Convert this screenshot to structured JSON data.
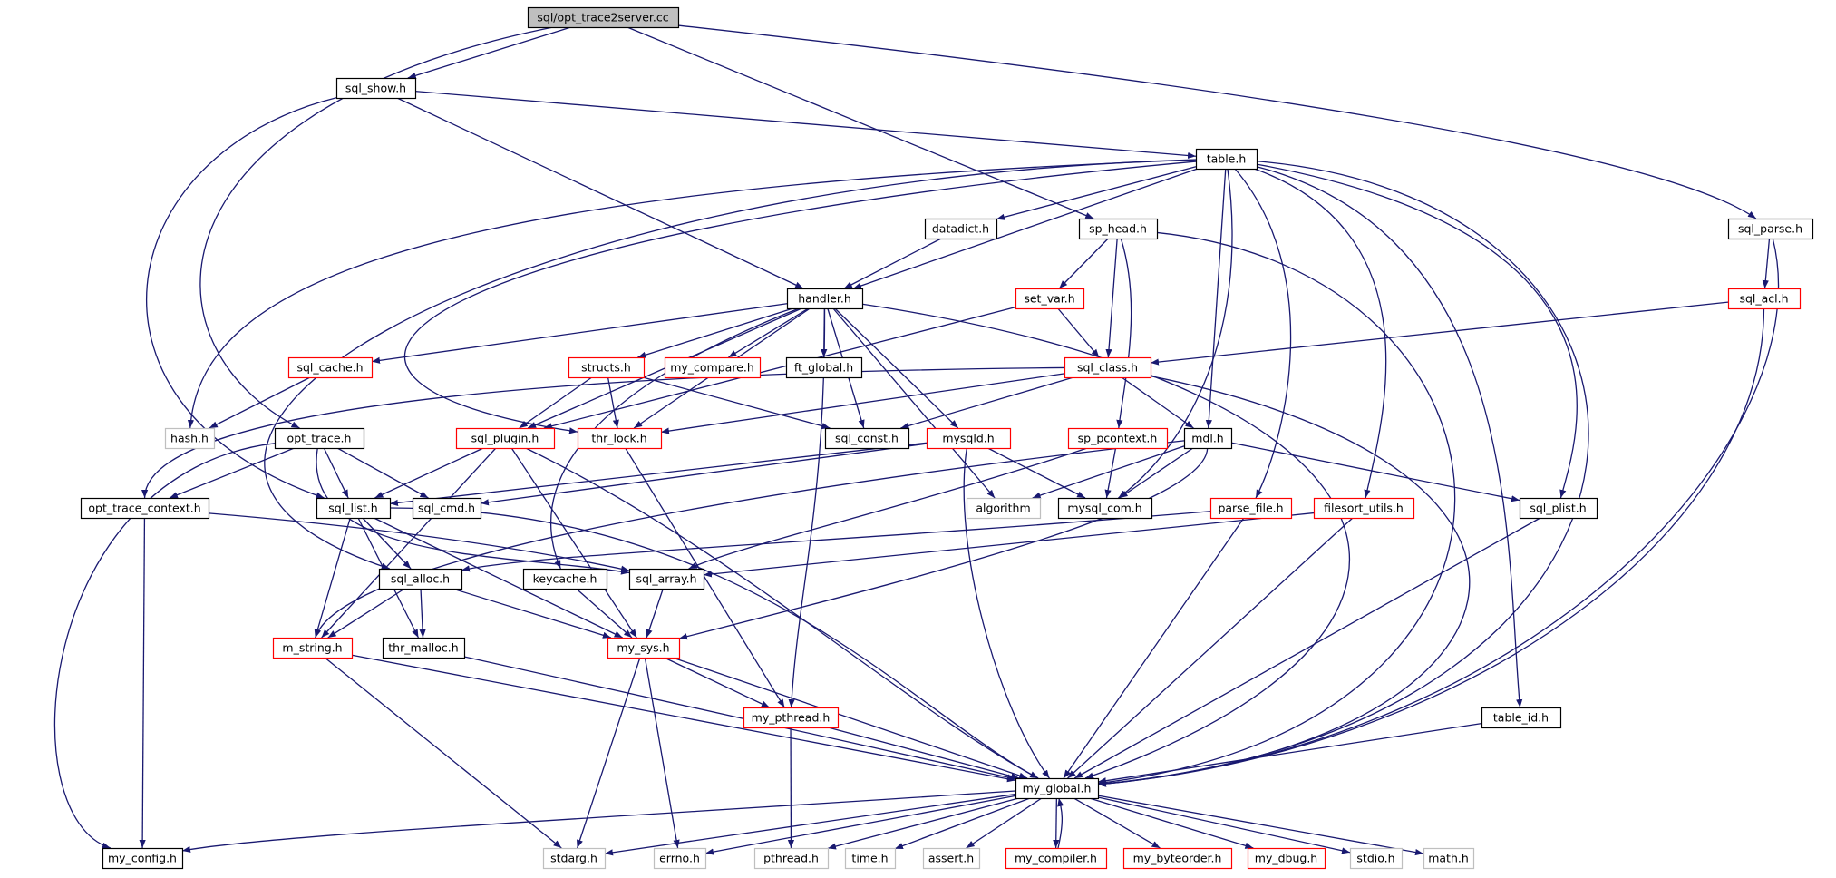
{
  "graph": {
    "colors": {
      "edge": "#191970",
      "box_normal": "#000000",
      "box_truncated": "#ff0000",
      "box_external": "#bfbfbf",
      "box_root_fill": "#bfbfbf",
      "text": "#000000"
    },
    "nodes": [
      {
        "id": "opt_trace2server",
        "label": "sql/opt_trace2server.cc",
        "kind": "root"
      },
      {
        "id": "sql_show",
        "label": "sql_show.h",
        "kind": "normal"
      },
      {
        "id": "table",
        "label": "table.h",
        "kind": "normal"
      },
      {
        "id": "datadict",
        "label": "datadict.h",
        "kind": "normal"
      },
      {
        "id": "sp_head",
        "label": "sp_head.h",
        "kind": "normal"
      },
      {
        "id": "sql_parse",
        "label": "sql_parse.h",
        "kind": "normal"
      },
      {
        "id": "handler",
        "label": "handler.h",
        "kind": "normal"
      },
      {
        "id": "set_var",
        "label": "set_var.h",
        "kind": "truncated"
      },
      {
        "id": "sql_acl",
        "label": "sql_acl.h",
        "kind": "truncated"
      },
      {
        "id": "sql_cache",
        "label": "sql_cache.h",
        "kind": "truncated"
      },
      {
        "id": "structs",
        "label": "structs.h",
        "kind": "truncated"
      },
      {
        "id": "my_compare",
        "label": "my_compare.h",
        "kind": "truncated"
      },
      {
        "id": "ft_global",
        "label": "ft_global.h",
        "kind": "normal"
      },
      {
        "id": "sql_class",
        "label": "sql_class.h",
        "kind": "truncated"
      },
      {
        "id": "hash",
        "label": "hash.h",
        "kind": "external"
      },
      {
        "id": "opt_trace",
        "label": "opt_trace.h",
        "kind": "normal"
      },
      {
        "id": "sql_plugin",
        "label": "sql_plugin.h",
        "kind": "truncated"
      },
      {
        "id": "thr_lock",
        "label": "thr_lock.h",
        "kind": "truncated"
      },
      {
        "id": "sql_const",
        "label": "sql_const.h",
        "kind": "normal"
      },
      {
        "id": "mysqld",
        "label": "mysqld.h",
        "kind": "truncated"
      },
      {
        "id": "sp_pcontext",
        "label": "sp_pcontext.h",
        "kind": "truncated"
      },
      {
        "id": "mdl",
        "label": "mdl.h",
        "kind": "normal"
      },
      {
        "id": "opt_trace_context",
        "label": "opt_trace_context.h",
        "kind": "normal"
      },
      {
        "id": "sql_list",
        "label": "sql_list.h",
        "kind": "normal"
      },
      {
        "id": "sql_cmd",
        "label": "sql_cmd.h",
        "kind": "normal"
      },
      {
        "id": "algorithm",
        "label": "algorithm",
        "kind": "external"
      },
      {
        "id": "mysql_com",
        "label": "mysql_com.h",
        "kind": "normal"
      },
      {
        "id": "parse_file",
        "label": "parse_file.h",
        "kind": "truncated"
      },
      {
        "id": "filesort_utils",
        "label": "filesort_utils.h",
        "kind": "truncated"
      },
      {
        "id": "sql_plist",
        "label": "sql_plist.h",
        "kind": "normal"
      },
      {
        "id": "sql_alloc",
        "label": "sql_alloc.h",
        "kind": "normal"
      },
      {
        "id": "keycache",
        "label": "keycache.h",
        "kind": "normal"
      },
      {
        "id": "sql_array",
        "label": "sql_array.h",
        "kind": "normal"
      },
      {
        "id": "m_string",
        "label": "m_string.h",
        "kind": "truncated"
      },
      {
        "id": "thr_malloc",
        "label": "thr_malloc.h",
        "kind": "normal"
      },
      {
        "id": "my_sys",
        "label": "my_sys.h",
        "kind": "truncated"
      },
      {
        "id": "my_pthread",
        "label": "my_pthread.h",
        "kind": "truncated"
      },
      {
        "id": "table_id",
        "label": "table_id.h",
        "kind": "normal"
      },
      {
        "id": "my_global",
        "label": "my_global.h",
        "kind": "normal"
      },
      {
        "id": "my_config",
        "label": "my_config.h",
        "kind": "normal"
      },
      {
        "id": "stdarg",
        "label": "stdarg.h",
        "kind": "external"
      },
      {
        "id": "errno",
        "label": "errno.h",
        "kind": "external"
      },
      {
        "id": "pthread",
        "label": "pthread.h",
        "kind": "external"
      },
      {
        "id": "time",
        "label": "time.h",
        "kind": "external"
      },
      {
        "id": "assert",
        "label": "assert.h",
        "kind": "external"
      },
      {
        "id": "my_compiler",
        "label": "my_compiler.h",
        "kind": "truncated"
      },
      {
        "id": "my_byteorder",
        "label": "my_byteorder.h",
        "kind": "truncated"
      },
      {
        "id": "my_dbug",
        "label": "my_dbug.h",
        "kind": "truncated"
      },
      {
        "id": "stdio",
        "label": "stdio.h",
        "kind": "external"
      },
      {
        "id": "math",
        "label": "math.h",
        "kind": "external"
      }
    ],
    "edges": [
      [
        "opt_trace2server",
        "sql_show"
      ],
      [
        "opt_trace2server",
        "sp_head"
      ],
      [
        "opt_trace2server",
        "opt_trace"
      ],
      [
        "opt_trace2server",
        "sql_parse"
      ],
      [
        "sql_show",
        "table"
      ],
      [
        "sql_show",
        "handler"
      ],
      [
        "sql_show",
        "sql_list"
      ],
      [
        "table",
        "datadict"
      ],
      [
        "table",
        "handler"
      ],
      [
        "table",
        "hash"
      ],
      [
        "table",
        "thr_lock"
      ],
      [
        "table",
        "mdl"
      ],
      [
        "table",
        "mysql_com"
      ],
      [
        "table",
        "parse_file"
      ],
      [
        "table",
        "filesort_utils"
      ],
      [
        "table",
        "sql_plist"
      ],
      [
        "table",
        "table_id"
      ],
      [
        "table",
        "my_global"
      ],
      [
        "table",
        "sql_alloc"
      ],
      [
        "datadict",
        "handler"
      ],
      [
        "sp_head",
        "set_var"
      ],
      [
        "sp_head",
        "sql_class"
      ],
      [
        "sp_head",
        "sp_pcontext"
      ],
      [
        "sp_head",
        "my_global"
      ],
      [
        "sql_parse",
        "sql_acl"
      ],
      [
        "sql_parse",
        "my_global"
      ],
      [
        "set_var",
        "sql_class"
      ],
      [
        "set_var",
        "sql_plugin"
      ],
      [
        "sql_acl",
        "sql_class"
      ],
      [
        "sql_acl",
        "my_global"
      ],
      [
        "handler",
        "sql_cache"
      ],
      [
        "handler",
        "structs"
      ],
      [
        "handler",
        "my_compare"
      ],
      [
        "handler",
        "ft_global"
      ],
      [
        "handler",
        "sql_plugin"
      ],
      [
        "handler",
        "thr_lock"
      ],
      [
        "handler",
        "sql_const"
      ],
      [
        "handler",
        "mysqld"
      ],
      [
        "handler",
        "algorithm"
      ],
      [
        "handler",
        "keycache"
      ],
      [
        "handler",
        "my_pthread"
      ],
      [
        "handler",
        "my_global"
      ],
      [
        "sql_cache",
        "hash"
      ],
      [
        "structs",
        "sql_plugin"
      ],
      [
        "structs",
        "thr_lock"
      ],
      [
        "structs",
        "sql_const"
      ],
      [
        "sql_class",
        "opt_trace_context"
      ],
      [
        "sql_class",
        "thr_lock"
      ],
      [
        "sql_class",
        "sql_const"
      ],
      [
        "sql_class",
        "mdl"
      ],
      [
        "sql_class",
        "my_global"
      ],
      [
        "opt_trace",
        "opt_trace_context"
      ],
      [
        "opt_trace",
        "sql_list"
      ],
      [
        "opt_trace",
        "sql_cmd"
      ],
      [
        "opt_trace",
        "sql_array"
      ],
      [
        "opt_trace",
        "my_config"
      ],
      [
        "sql_plugin",
        "sql_list"
      ],
      [
        "sql_plugin",
        "m_string"
      ],
      [
        "sql_plugin",
        "my_sys"
      ],
      [
        "sql_plugin",
        "my_global"
      ],
      [
        "thr_lock",
        "my_pthread"
      ],
      [
        "mysqld",
        "sql_list"
      ],
      [
        "mysqld",
        "sql_cmd"
      ],
      [
        "mysqld",
        "mysql_com"
      ],
      [
        "mysqld",
        "my_global"
      ],
      [
        "sp_pcontext",
        "mysql_com"
      ],
      [
        "sp_pcontext",
        "sql_array"
      ],
      [
        "mdl",
        "algorithm"
      ],
      [
        "mdl",
        "mysql_com"
      ],
      [
        "mdl",
        "sql_plist"
      ],
      [
        "mdl",
        "my_sys"
      ],
      [
        "mdl",
        "m_string"
      ],
      [
        "opt_trace_context",
        "my_config"
      ],
      [
        "opt_trace_context",
        "sql_array"
      ],
      [
        "sql_list",
        "sql_alloc"
      ],
      [
        "sql_list",
        "m_string"
      ],
      [
        "sql_list",
        "thr_malloc"
      ],
      [
        "sql_list",
        "my_sys"
      ],
      [
        "sql_list",
        "my_global"
      ],
      [
        "parse_file",
        "my_global"
      ],
      [
        "parse_file",
        "sql_alloc"
      ],
      [
        "filesort_utils",
        "my_global"
      ],
      [
        "filesort_utils",
        "sql_array"
      ],
      [
        "sql_plist",
        "my_global"
      ],
      [
        "sql_alloc",
        "m_string"
      ],
      [
        "sql_alloc",
        "thr_malloc"
      ],
      [
        "sql_alloc",
        "my_sys"
      ],
      [
        "keycache",
        "my_sys"
      ],
      [
        "sql_array",
        "my_sys"
      ],
      [
        "m_string",
        "stdarg"
      ],
      [
        "m_string",
        "my_global"
      ],
      [
        "thr_malloc",
        "my_global"
      ],
      [
        "my_sys",
        "my_pthread"
      ],
      [
        "my_sys",
        "stdarg"
      ],
      [
        "my_sys",
        "errno"
      ],
      [
        "my_sys",
        "my_global"
      ],
      [
        "my_pthread",
        "pthread"
      ],
      [
        "my_pthread",
        "my_global"
      ],
      [
        "table_id",
        "my_global"
      ],
      [
        "my_global",
        "my_config"
      ],
      [
        "my_global",
        "stdarg"
      ],
      [
        "my_global",
        "errno"
      ],
      [
        "my_global",
        "pthread"
      ],
      [
        "my_global",
        "time"
      ],
      [
        "my_global",
        "assert"
      ],
      [
        "my_global",
        "my_compiler"
      ],
      [
        "my_global",
        "my_byteorder"
      ],
      [
        "my_global",
        "my_dbug"
      ],
      [
        "my_global",
        "stdio"
      ],
      [
        "my_global",
        "math"
      ],
      [
        "my_compiler",
        "my_global"
      ]
    ]
  }
}
